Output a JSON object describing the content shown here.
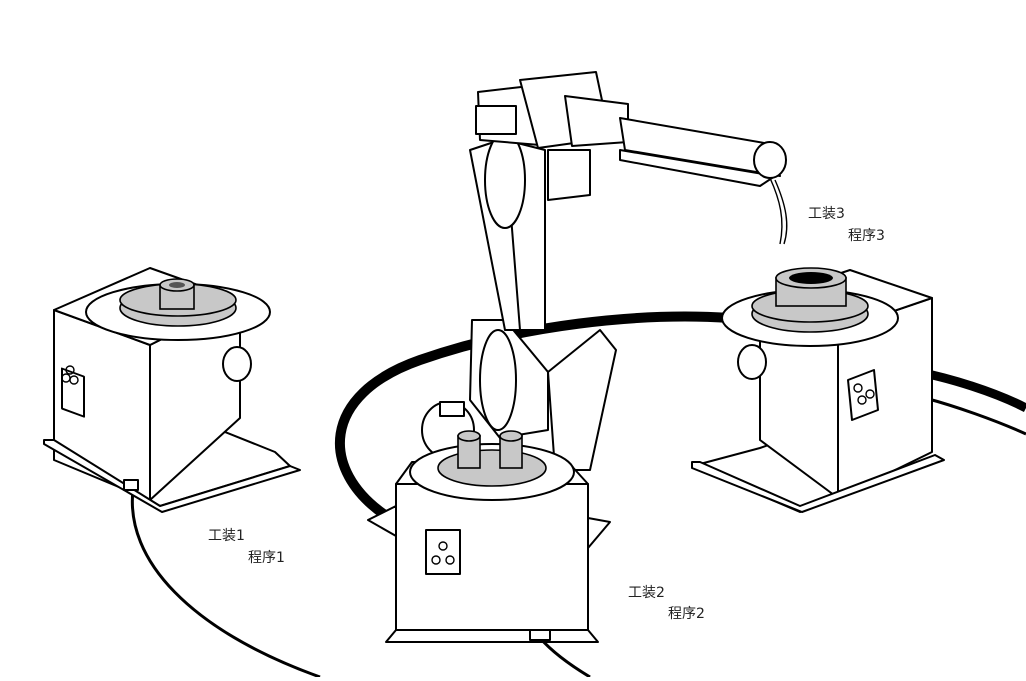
{
  "stations": [
    {
      "fixture": "工装1",
      "program": "程序1"
    },
    {
      "fixture": "工装2",
      "program": "程序2"
    },
    {
      "fixture": "工装3",
      "program": "程序3"
    }
  ]
}
